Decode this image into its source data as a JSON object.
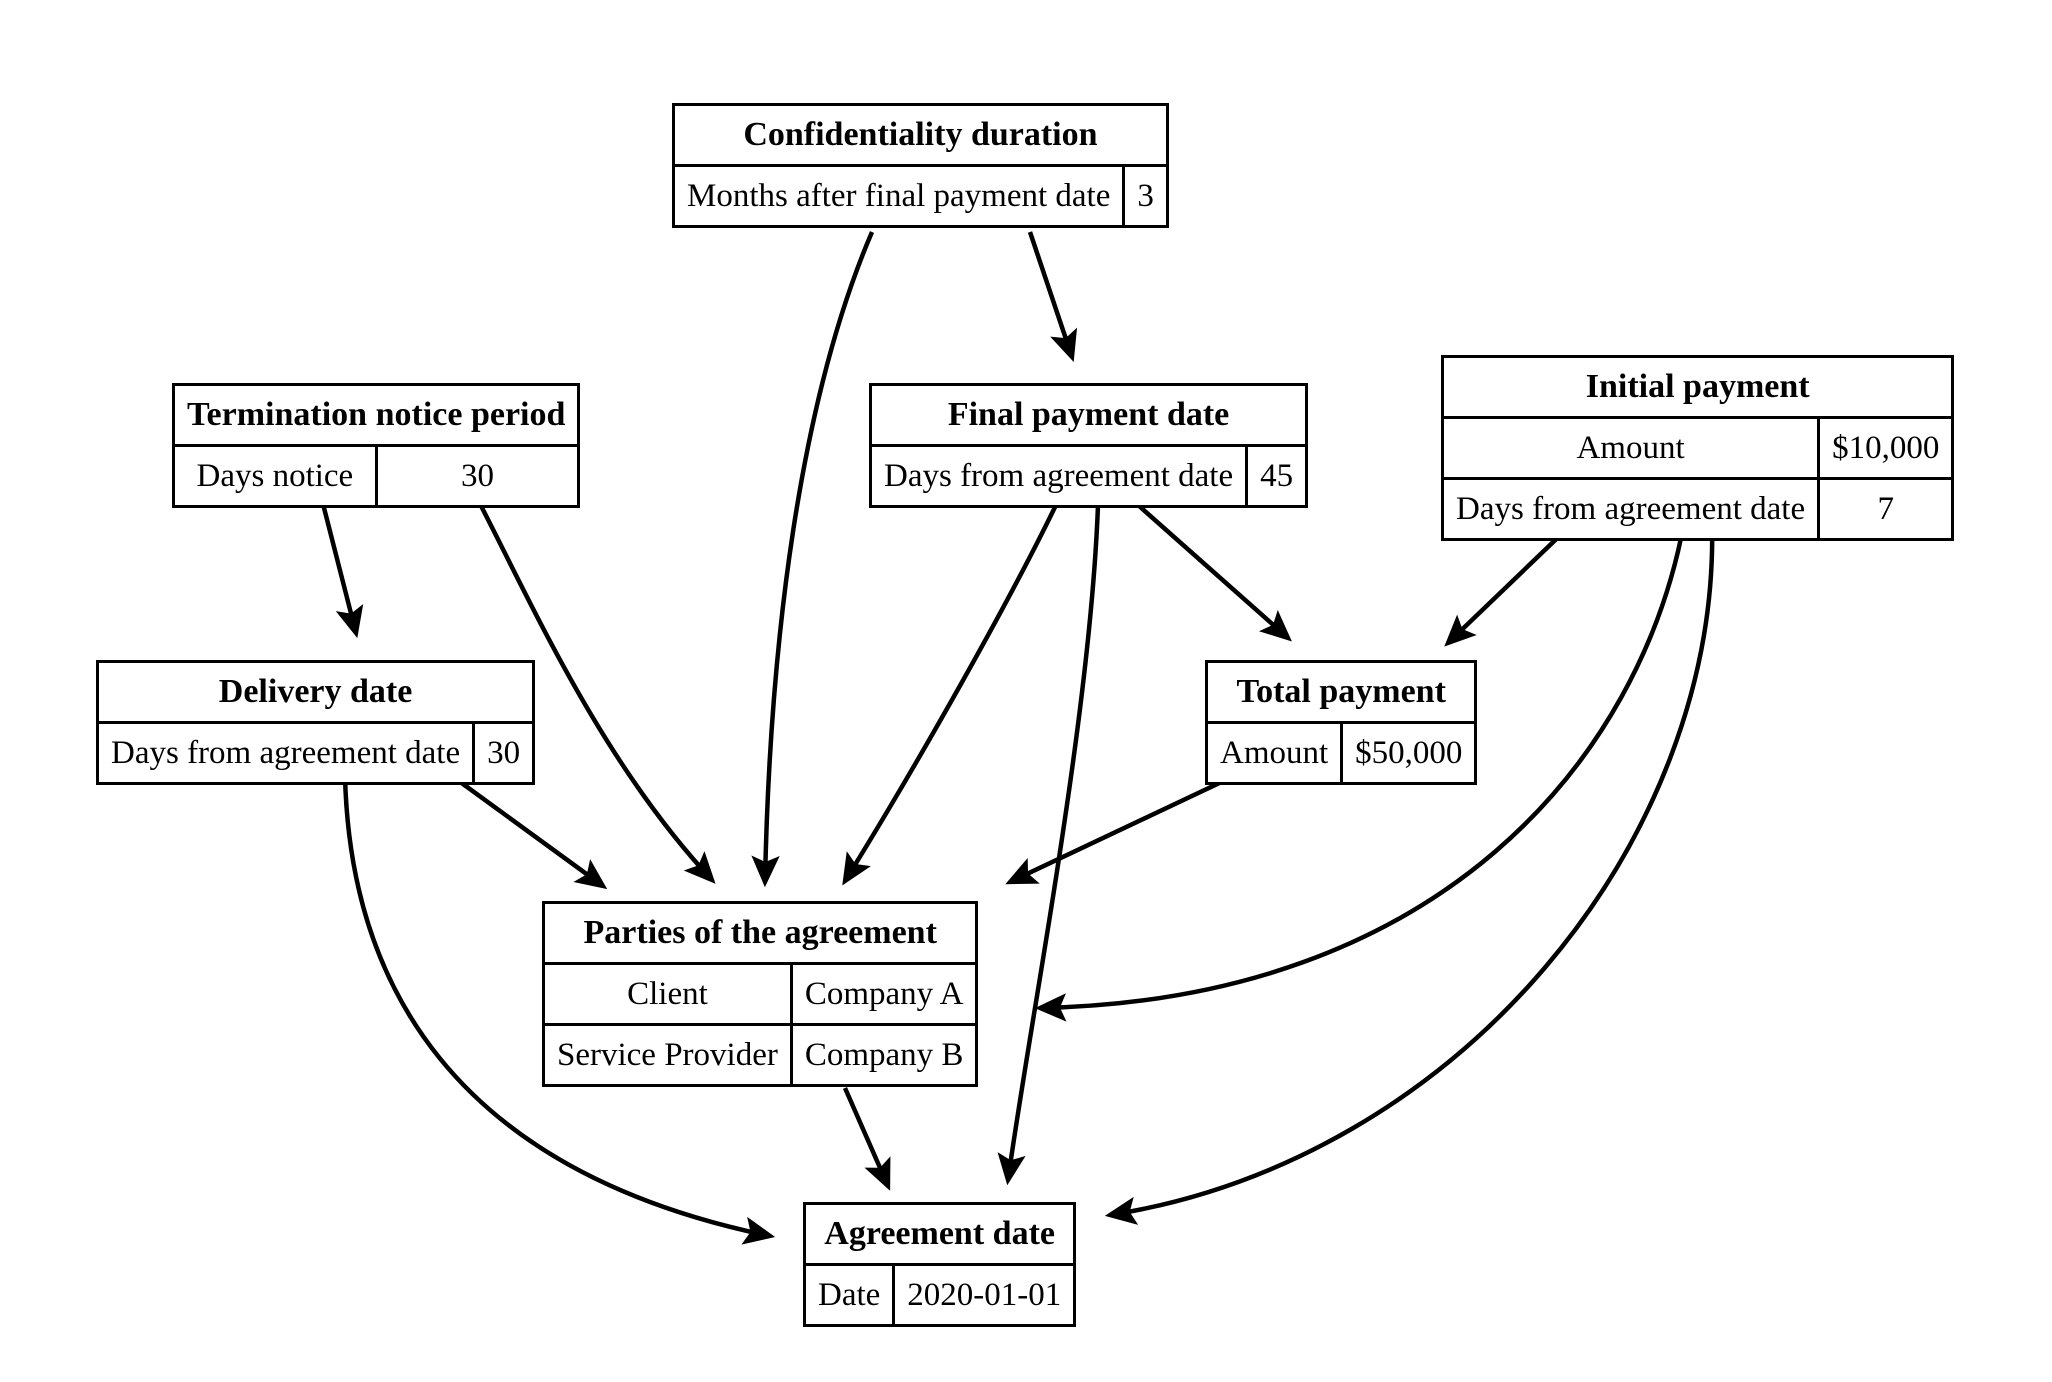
{
  "diagram": {
    "type": "entity-relationship-flow",
    "background": "#ffffff",
    "line_color": "#000000",
    "nodes": [
      {
        "id": "confidentiality_duration",
        "title": "Confidentiality duration",
        "rows": [
          {
            "key": "Months after final payment date",
            "value": "3"
          }
        ]
      },
      {
        "id": "termination_notice_period",
        "title": "Termination notice period",
        "rows": [
          {
            "key": "Days notice",
            "value": "30"
          }
        ]
      },
      {
        "id": "final_payment_date",
        "title": "Final payment date",
        "rows": [
          {
            "key": "Days from agreement date",
            "value": "45"
          }
        ]
      },
      {
        "id": "initial_payment",
        "title": "Initial payment",
        "rows": [
          {
            "key": "Amount",
            "value": "$10,000"
          },
          {
            "key": "Days from agreement date",
            "value": "7"
          }
        ]
      },
      {
        "id": "delivery_date",
        "title": "Delivery date",
        "rows": [
          {
            "key": "Days from agreement date",
            "value": "30"
          }
        ]
      },
      {
        "id": "total_payment",
        "title": "Total payment",
        "rows": [
          {
            "key": "Amount",
            "value": "$50,000"
          }
        ]
      },
      {
        "id": "parties_of_the_agreement",
        "title": "Parties of the agreement",
        "rows": [
          {
            "key": "Client",
            "value": "Company A"
          },
          {
            "key": "Service Provider",
            "value": "Company B"
          }
        ]
      },
      {
        "id": "agreement_date",
        "title": "Agreement date",
        "rows": [
          {
            "key": "Date",
            "value": "2020-01-01"
          }
        ]
      }
    ],
    "edges": [
      {
        "from": "confidentiality_duration",
        "to": "final_payment_date"
      },
      {
        "from": "confidentiality_duration",
        "to": "parties_of_the_agreement"
      },
      {
        "from": "termination_notice_period",
        "to": "delivery_date"
      },
      {
        "from": "termination_notice_period",
        "to": "parties_of_the_agreement"
      },
      {
        "from": "final_payment_date",
        "to": "parties_of_the_agreement"
      },
      {
        "from": "final_payment_date",
        "to": "total_payment"
      },
      {
        "from": "final_payment_date",
        "to": "agreement_date"
      },
      {
        "from": "initial_payment",
        "to": "total_payment"
      },
      {
        "from": "initial_payment",
        "to": "parties_of_the_agreement"
      },
      {
        "from": "initial_payment",
        "to": "agreement_date"
      },
      {
        "from": "delivery_date",
        "to": "parties_of_the_agreement"
      },
      {
        "from": "delivery_date",
        "to": "agreement_date"
      },
      {
        "from": "total_payment",
        "to": "parties_of_the_agreement"
      },
      {
        "from": "parties_of_the_agreement",
        "to": "agreement_date"
      }
    ]
  }
}
